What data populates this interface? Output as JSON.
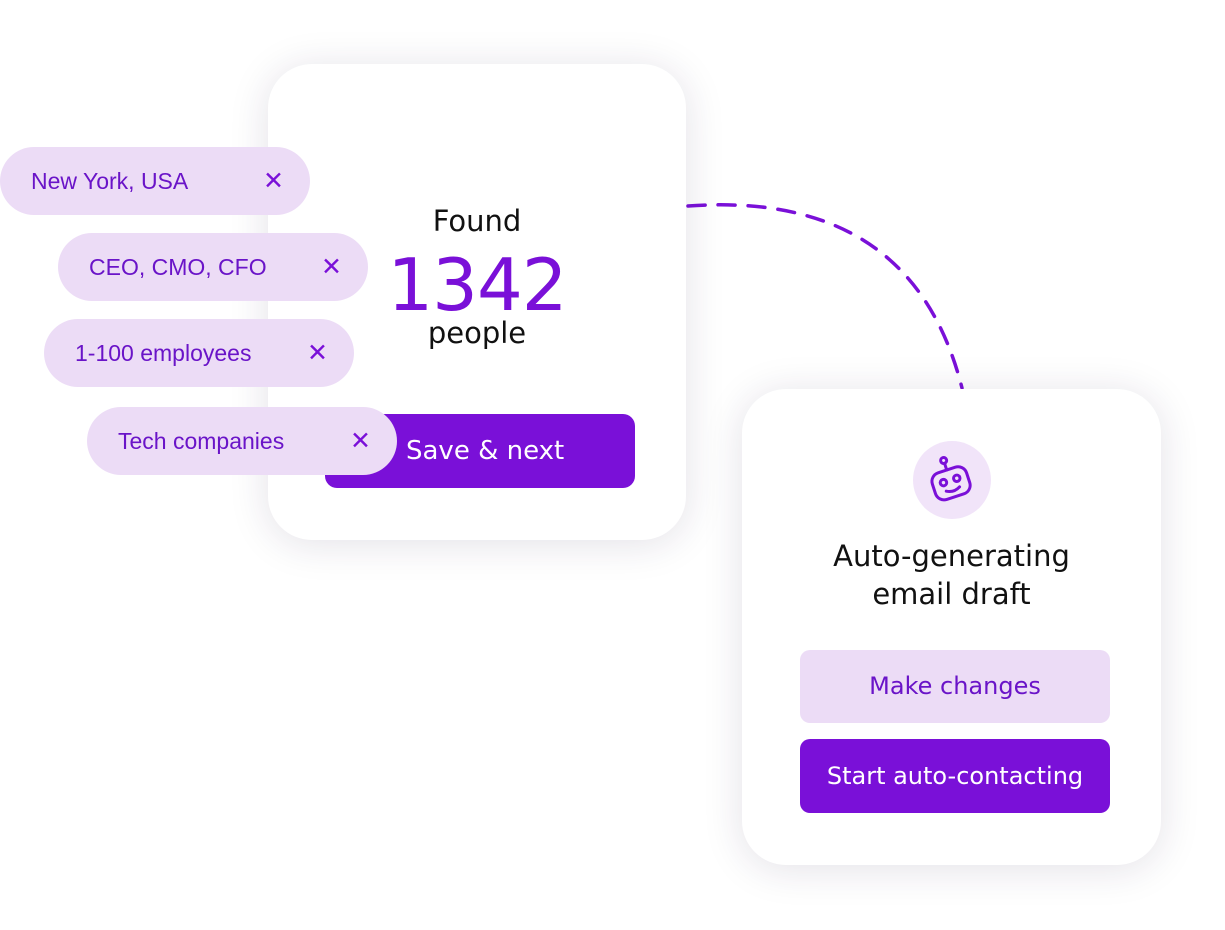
{
  "search_card": {
    "found_label": "Found",
    "count": "1342",
    "unit_label": "people",
    "save_button": "Save & next"
  },
  "filters": [
    {
      "label": "New York, USA",
      "remove_icon": "close-icon"
    },
    {
      "label": "CEO, CMO, CFO",
      "remove_icon": "close-icon"
    },
    {
      "label": "1-100 employees",
      "remove_icon": "close-icon"
    },
    {
      "label": "Tech companies",
      "remove_icon": "close-icon"
    }
  ],
  "draft_card": {
    "icon": "robot-icon",
    "title_line1": "Auto-generating",
    "title_line2": "email draft",
    "make_changes_button": "Make changes",
    "start_button": "Start auto-contacting"
  },
  "colors": {
    "accent": "#7a10d8",
    "chip_bg": "#ecdcf6",
    "text": "#111111"
  }
}
